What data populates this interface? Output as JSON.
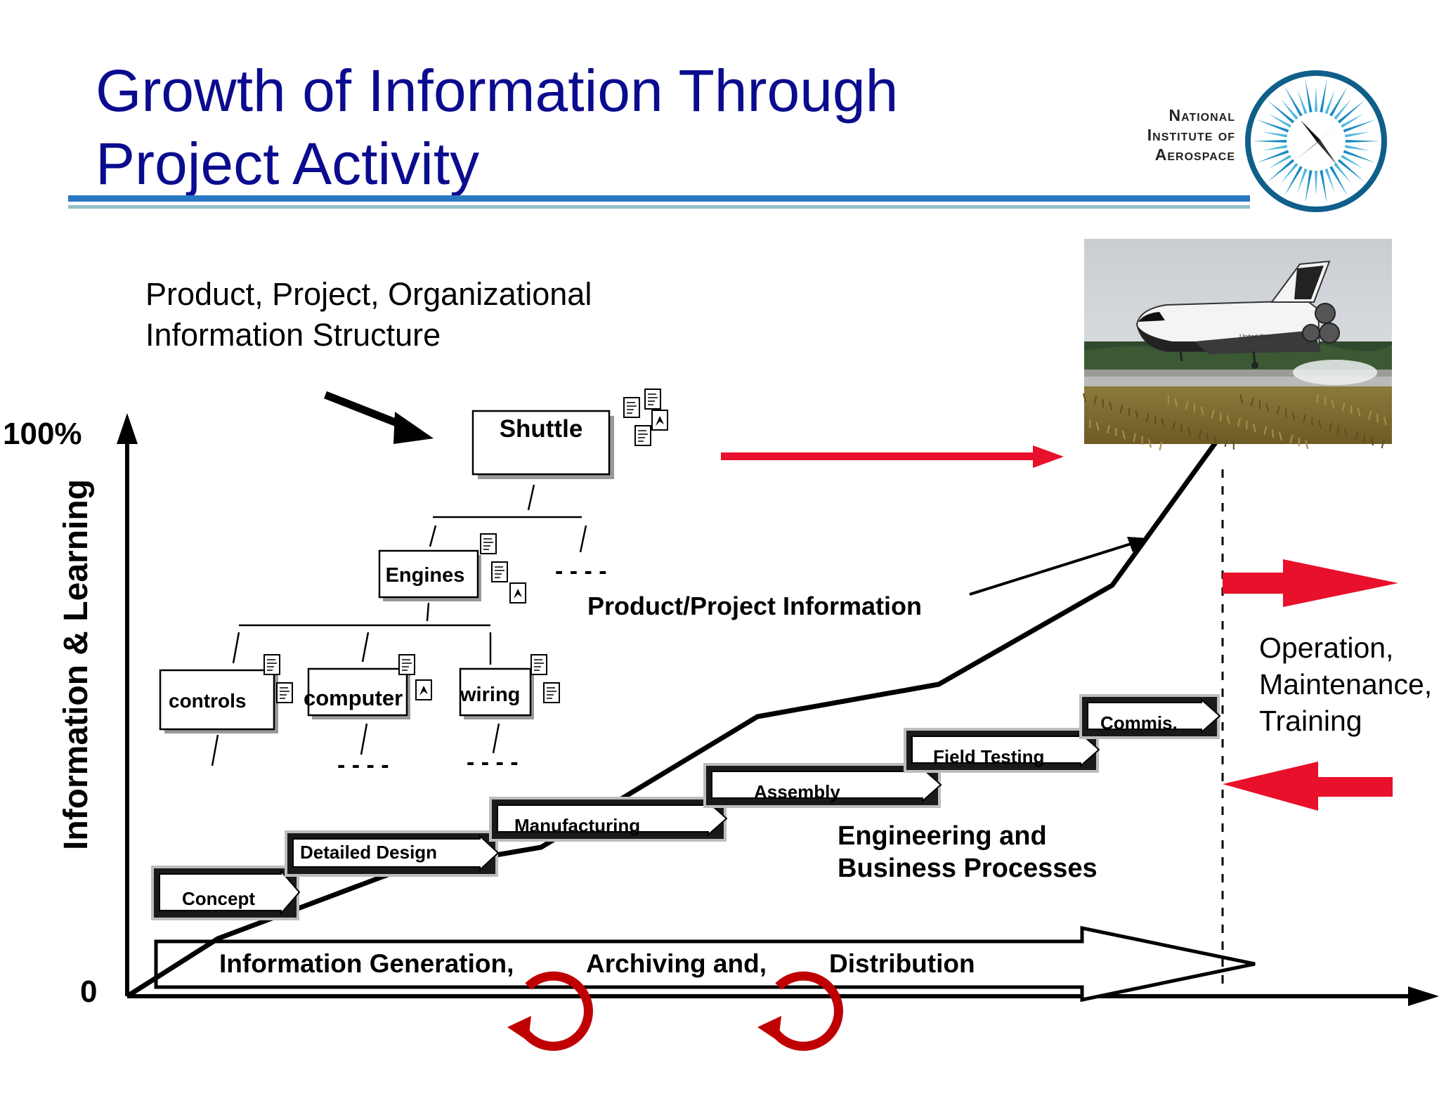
{
  "title": {
    "line1": "Growth of Information Through",
    "line2": "Project Activity"
  },
  "logo": {
    "line1": "National",
    "line2": "Institute of",
    "line3": "Aerospace",
    "icon": "compass-star-icon",
    "colors": {
      "ring": "#1a8bbf",
      "rays": "#4fb6dd",
      "center": "#ffffff"
    }
  },
  "header_rule_colors": {
    "primary": "#2b78c2",
    "secondary": "#8fc1c7"
  },
  "structure_label": {
    "line1": "Product, Project, Organizational",
    "line2": "Information Structure"
  },
  "hierarchy": {
    "root": "Shuttle",
    "level1": "Engines",
    "level2": [
      "controls",
      "computer",
      "wiring"
    ],
    "ellipsis": "- - - -",
    "document_icon": "document-stack-icon"
  },
  "axis": {
    "y_max_label": "100%",
    "y_min_label": "0",
    "y_title": "Information & Learning"
  },
  "labels": {
    "product_info": "Product/Project Information",
    "processes_line1": "Engineering and",
    "processes_line2": "Business Processes",
    "operation_line1": "Operation,",
    "operation_line2": "Maintenance,",
    "operation_line3": "Training"
  },
  "phases": [
    "Concept",
    "Detailed Design",
    "Manufacturing",
    "Assembly",
    "Field Testing",
    "Commis."
  ],
  "bottom_arrow": {
    "part1": "Information Generation,",
    "part2": "Archiving and,",
    "part3": "Distribution",
    "cycle_icon": "cycle-arrow-icon"
  },
  "photo": {
    "subject": "space-shuttle-landing-photo",
    "fuselage_text": "United States"
  },
  "colors": {
    "accent_red": "#e8102a",
    "cycle_red": "#c00000",
    "phase_shadow": "#1a1a1a",
    "phase_border": "#bdbdbd"
  }
}
